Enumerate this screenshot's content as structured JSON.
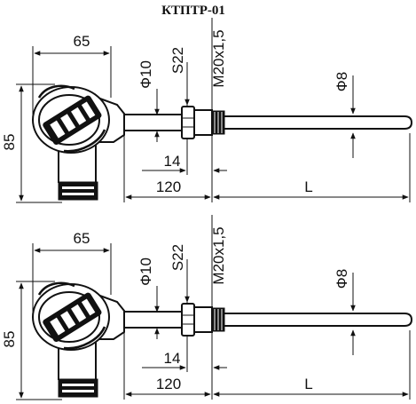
{
  "title": "КТПТР-01",
  "views": [
    {
      "dims": {
        "head_width": "65",
        "head_height": "85",
        "diam_10": "Ф10",
        "nut_s22": "S22",
        "thread": "M20x1,5",
        "diam_8": "Ф8",
        "offset_14": "14",
        "offset_120": "120",
        "length_l": "L"
      }
    },
    {
      "dims": {
        "head_width": "65",
        "head_height": "85",
        "diam_10": "Ф10",
        "nut_s22": "S22",
        "thread": "M20x1,5",
        "diam_8": "Ф8",
        "offset_14": "14",
        "offset_120": "120",
        "length_l": "L"
      }
    }
  ]
}
